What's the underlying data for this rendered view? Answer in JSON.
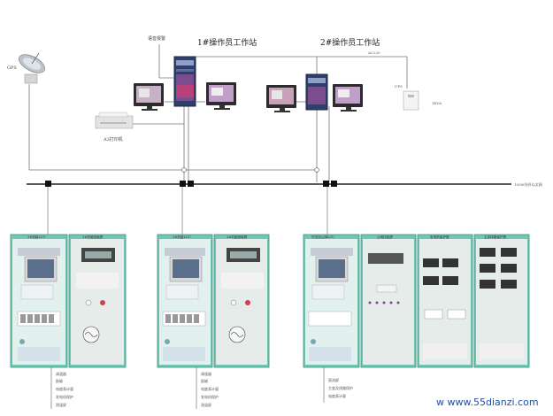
{
  "diagram": {
    "workstations": {
      "ws1_title": "1#操作员工作站",
      "ws2_title": "2#操作员工作站"
    },
    "labels": {
      "gps": "GPS",
      "alarm": "语音报警",
      "printer": "A3打印机",
      "ups": "UPS",
      "ac220": "AC220",
      "ups_kva": "1KVA",
      "network": "100M光纤以太网"
    },
    "cabinet_groups": [
      {
        "panels": [
          {
            "title": "1#机组LCU"
          },
          {
            "title": "1#机组励磁屏"
          }
        ],
        "io_labels": [
          "调速器",
          "励磁",
          "电度表计量",
          "发电机保护",
          "测温屏"
        ]
      },
      {
        "panels": [
          {
            "title": "2#机组LCU"
          },
          {
            "title": "2#机组励磁屏"
          }
        ],
        "io_labels": [
          "调速器",
          "励磁",
          "电度表计量",
          "发电机保护",
          "测温屏"
        ]
      },
      {
        "panels": [
          {
            "title": "开关站公用LCU"
          },
          {
            "title": "公用控制屏"
          },
          {
            "title": "发电机保护屏"
          },
          {
            "title": "主变线路保护屏"
          }
        ],
        "io_labels": [
          "直流屏",
          "主变及线路保护",
          "电度表计量"
        ]
      }
    ],
    "watermark": "w  www.55dianzi.com"
  }
}
